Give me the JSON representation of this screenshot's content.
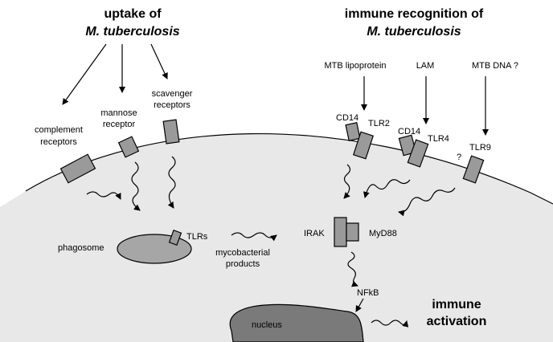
{
  "left_header": {
    "line1": "uptake of",
    "line2": "M. tuberculosis"
  },
  "right_header": {
    "line1": "immune recognition of",
    "line2": "M. tuberculosis"
  },
  "uptake_receptors": {
    "complement": [
      "complement",
      "receptors"
    ],
    "mannose": [
      "mannose",
      "receptor"
    ],
    "scavenger": [
      "scavenger",
      "receptors"
    ]
  },
  "ligands": {
    "lipoprotein": "MTB lipoprotein",
    "lam": "LAM",
    "dna": "MTB DNA ?"
  },
  "tlr_labels": {
    "cd14_a": "CD14",
    "tlr2": "TLR2",
    "cd14_b": "CD14",
    "tlr4": "TLR4",
    "unknown": "?",
    "tlr9": "TLR9"
  },
  "cell": {
    "phagosome": "phagosome",
    "tlrs": "TLRs",
    "mycobacterial": [
      "mycobacterial",
      "products"
    ],
    "irak": "IRAK",
    "myd88": "MyD88",
    "nfkb": "NFkB",
    "nucleus": "nucleus",
    "activation": [
      "immune",
      "activation"
    ]
  },
  "colors": {
    "cytoplasm": "#e8e8e8",
    "receptor": "#9a9a9a",
    "phagosome": "#a6a6a6",
    "nucleus": "#7a7a7a"
  }
}
